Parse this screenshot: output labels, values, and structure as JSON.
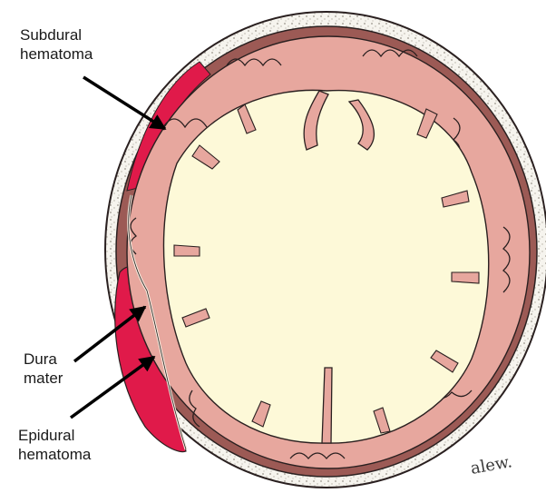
{
  "labels": {
    "subdural": [
      "Subdural",
      "hematoma"
    ],
    "dura": [
      "Dura",
      "mater"
    ],
    "epidural": [
      "Epidural",
      "hematoma"
    ]
  },
  "signature": "alew.",
  "colors": {
    "hematoma": "#e01a4a",
    "hematoma_dark": "#c81440",
    "cortex": "#e7a79e",
    "cortex_inner": "#d9958c",
    "white_matter": "#fdf9d8",
    "skull": "#f4f2ec",
    "outline": "#2a2020",
    "dura_band": "#a0605a"
  },
  "icons": [
    "arrow-subdural",
    "arrow-dura",
    "arrow-epidural"
  ]
}
